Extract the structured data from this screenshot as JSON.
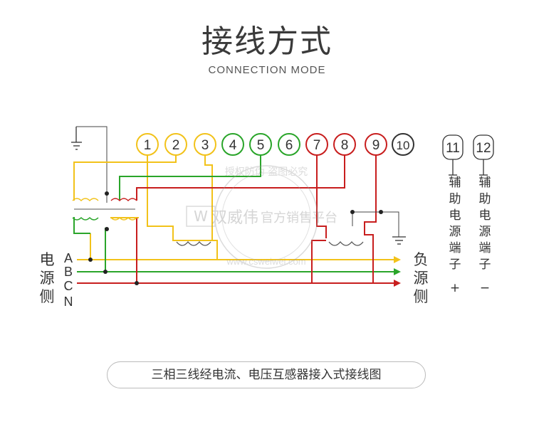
{
  "header": {
    "title": "接线方式",
    "subtitle": "CONNECTION MODE"
  },
  "terminals": [
    "1",
    "2",
    "3",
    "4",
    "5",
    "6",
    "7",
    "8",
    "9",
    "10",
    "11",
    "12"
  ],
  "phase_labels": [
    "A",
    "B",
    "C",
    "N"
  ],
  "left_label": [
    "电",
    "源",
    "侧"
  ],
  "right_label": [
    "负",
    "源",
    "侧"
  ],
  "aux_left": [
    "辅",
    "助",
    "电",
    "源",
    "端",
    "子",
    "+"
  ],
  "aux_right": [
    "辅",
    "助",
    "电",
    "源",
    "端",
    "子",
    "−"
  ],
  "caption": "三相三线经电流、电压互感器接入式接线图",
  "watermark": {
    "main": "双威伟",
    "sub": "官方销售平台",
    "arc_top": "授权防伪 盗图必究",
    "url": "www.csweiwei.com"
  },
  "colors": {
    "yellow": "#f2c21a",
    "green": "#2aa52a",
    "red": "#c81e1e",
    "black": "#222222",
    "gray": "#666666"
  }
}
